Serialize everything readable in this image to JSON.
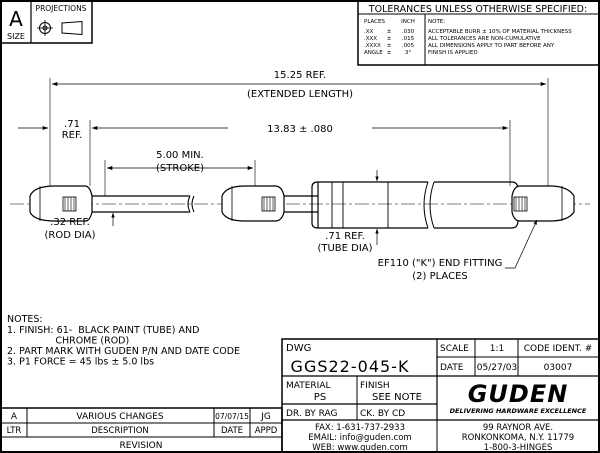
{
  "size_block": {
    "letter": "A",
    "label": "SIZE",
    "projections": "PROJECTIONS"
  },
  "tolerances": {
    "title": "TOLERANCES UNLESS OTHERWISE SPECIFIED:",
    "col_places": "PLACES",
    "col_inch": "INCH",
    "col_note": "NOTE:",
    "rows": [
      {
        "places": ".XX",
        "pm": "±",
        "inch": ".030"
      },
      {
        "places": ".XXX",
        "pm": "±",
        "inch": ".015"
      },
      {
        "places": ".XXXX",
        "pm": "±",
        "inch": ".005"
      },
      {
        "places": "ANGLE",
        "pm": "±",
        "inch": "3°"
      }
    ],
    "notes": [
      "ACCEPTABLE BURR ± 10% OF MATERIAL THICKNESS",
      "ALL TOLERANCES ARE NON-CUMULATIVE",
      "ALL DIMENSIONS APPLY TO PART BEFORE ANY",
      "FINISH IS APPLIED"
    ]
  },
  "dimensions": {
    "extended_length": "15.25 REF.",
    "extended_length_label": "(EXTENDED LENGTH)",
    "fitting_offset": ".71",
    "fitting_offset_ref": "REF.",
    "center_length": "13.83 ± .080",
    "stroke": "5.00 MIN.",
    "stroke_label": "(STROKE)",
    "rod_dia": ".32 REF.",
    "rod_dia_label": "(ROD DIA)",
    "tube_dia": ".71 REF.",
    "tube_dia_label": "(TUBE DIA)",
    "end_fitting": "EF110 (\"K\") END FITTING",
    "end_fitting_places": "(2) PLACES"
  },
  "notes": {
    "title": "NOTES:",
    "lines": [
      "1. FINISH: 61-  BLACK PAINT (TUBE) AND",
      "                CHROME (ROD)",
      "2. PART MARK WITH GUDEN P/N AND DATE CODE",
      "3. P1 FORCE = 45 lbs ± 5.0 lbs"
    ]
  },
  "title_block": {
    "dwg_label": "DWG",
    "dwg_number": "GGS22-045-K",
    "scale_label": "SCALE",
    "scale_value": "1:1",
    "code_ident_label": "CODE IDENT. #",
    "date_label": "DATE",
    "date_value": "05/27/03",
    "code_ident_value": "03007",
    "material_label": "MATERIAL",
    "material_value": "PS",
    "finish_label": "FINISH",
    "finish_value": "SEE NOTE",
    "dr_by": "DR. BY  RAG",
    "ck_by": "CK. BY  CD",
    "fax": "FAX: 1-631-737-2933",
    "email": "EMAIL: info@guden.com",
    "web": "WEB: www.guden.com",
    "address1": "99 RAYNOR AVE.",
    "address2": "RONKONKOMA, N.Y. 11779",
    "phone": "1-800-3-HINGES",
    "logo": "GUDEN",
    "tagline": "DELIVERING HARDWARE EXCELLENCE"
  },
  "revision": {
    "row": {
      "ltr": "A",
      "description": "VARIOUS CHANGES",
      "date": "07/07/15",
      "appd": "JG"
    },
    "headers": {
      "ltr": "LTR",
      "description": "DESCRIPTION",
      "date": "DATE",
      "appd": "APPD"
    },
    "title": "REVISION"
  }
}
